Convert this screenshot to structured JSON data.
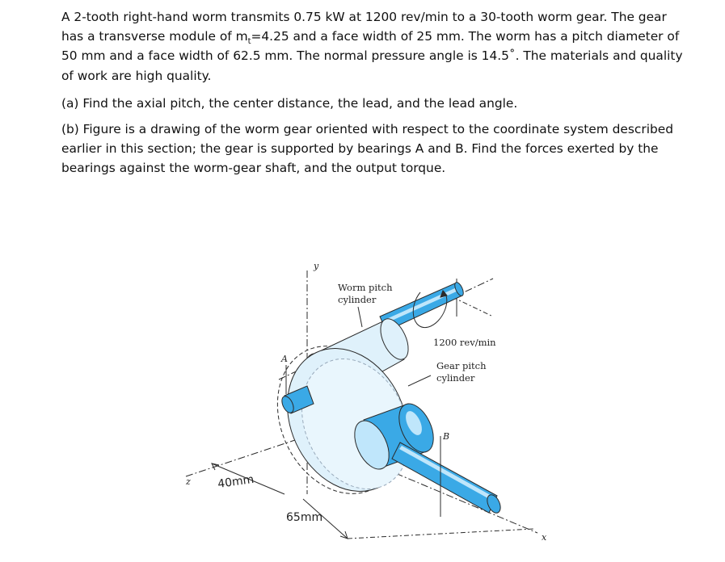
{
  "problem": {
    "p1_a": "A 2-tooth right-hand worm transmits 0.75 kW at 1200 rev/min to a 30-tooth worm gear. The gear has a transverse module of m",
    "p1_sub": "t",
    "p1_b": "=4.25 and a face width of 25 mm. The worm has a pitch diameter of 50 mm and a face width of 62.5 mm. The normal pressure angle is 14.5˚. The materials and quality of work are high quality.",
    "part_a": "(a) Find the axial pitch, the center distance, the lead, and the lead angle.",
    "part_b": "(b) Figure is a drawing of the worm gear oriented with respect to the coordinate system described earlier in this section; the gear is supported by bearings A and B. Find the forces exerted by the bearings against the worm-gear shaft, and the output torque."
  },
  "figure": {
    "worm_label_line1": "Worm pitch",
    "worm_label_line2": "cylinder",
    "speed_label": "1200 rev/min",
    "gear_label_line1": "Gear pitch",
    "gear_label_line2": "cylinder",
    "axis_y": "y",
    "axis_z": "z",
    "axis_x": "x",
    "bearing_a": "A",
    "bearing_b": "B",
    "dim_40": "40mm",
    "dim_65": "65mm"
  },
  "colors": {
    "shaft_blue": "#3aa9e6",
    "shaft_highlight": "#bfe6fb",
    "body_light": "#dff1fb",
    "outline": "#2b2b2b"
  }
}
